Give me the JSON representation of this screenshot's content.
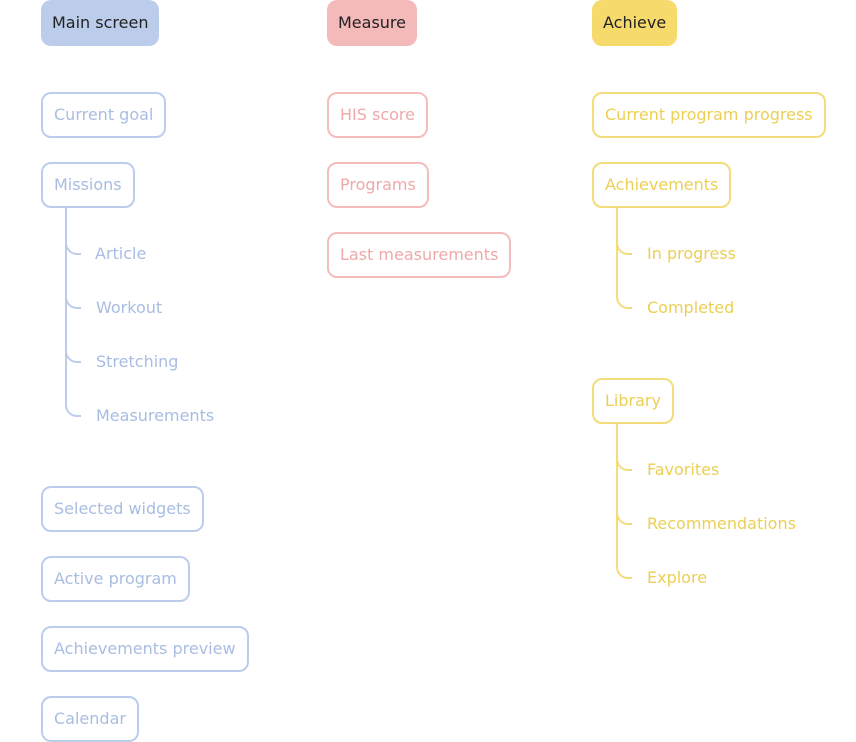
{
  "columns": {
    "main": {
      "header": "Main screen",
      "nodes": {
        "current_goal": "Current goal",
        "missions": "Missions",
        "selected_widgets": "Selected widgets",
        "active_program": "Active program",
        "achievements_preview": "Achievements preview",
        "calendar": "Calendar"
      },
      "missions_children": [
        "Article",
        "Workout",
        "Stretching",
        "Measurements"
      ]
    },
    "measure": {
      "header": "Measure",
      "nodes": {
        "his_score": "HIS score",
        "programs": "Programs",
        "last_measurements": "Last measurements"
      }
    },
    "achieve": {
      "header": "Achieve",
      "nodes": {
        "current_program_progress": "Current program progress",
        "achievements": "Achievements",
        "library": "Library"
      },
      "achievements_children": [
        "In progress",
        "Completed"
      ],
      "library_children": [
        "Favorites",
        "Recommendations",
        "Explore"
      ]
    }
  },
  "colors": {
    "main": "#bccdeb",
    "measure": "#f4b9b9",
    "achieve": "#f6db6c"
  }
}
